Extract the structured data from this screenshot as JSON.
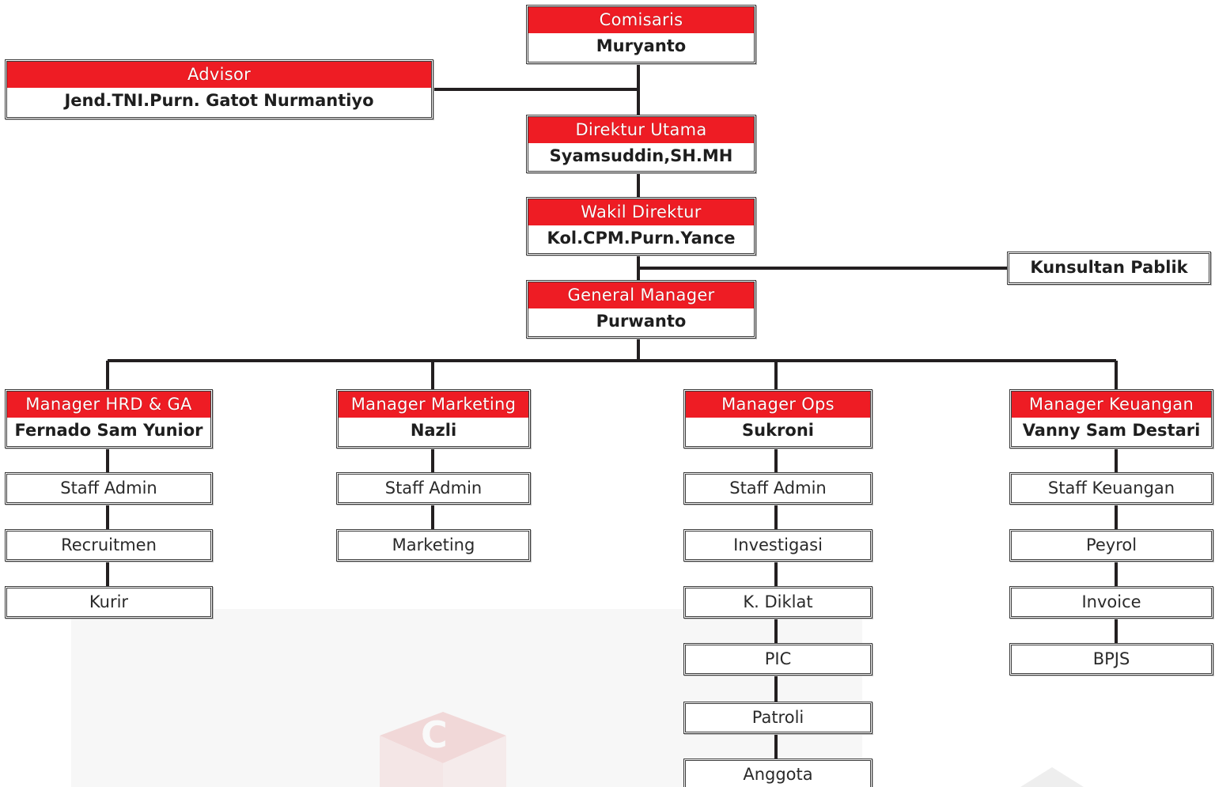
{
  "nodes": {
    "comisaris": {
      "title": "Comisaris",
      "name": "Muryanto"
    },
    "advisor": {
      "title": "Advisor",
      "name": "Jend.TNI.Purn. Gatot Nurmantiyo"
    },
    "direktur_utama": {
      "title": "Direktur Utama",
      "name": "Syamsuddin,SH.MH"
    },
    "wakil_direktur": {
      "title": "Wakil Direktur",
      "name": "Kol.CPM.Purn.Yance"
    },
    "konsultan": {
      "name": "Kunsultan Pablik"
    },
    "general_manager": {
      "title": "General Manager",
      "name": "Purwanto"
    },
    "manager_hrd": {
      "title": "Manager HRD & GA",
      "name": "Fernado Sam Yunior"
    },
    "manager_marketing": {
      "title": "Manager Marketing",
      "name": "Nazli"
    },
    "manager_ops": {
      "title": "Manager Ops",
      "name": "Sukroni"
    },
    "manager_keuangan": {
      "title": "Manager Keuangan",
      "name": "Vanny Sam Destari"
    }
  },
  "staff": {
    "hrd": [
      "Staff Admin",
      "Recruitmen",
      "Kurir"
    ],
    "marketing": [
      "Staff Admin",
      "Marketing"
    ],
    "ops": [
      "Staff Admin",
      "Investigasi",
      "K. Diklat",
      "PIC",
      "Patroli",
      "Anggota"
    ],
    "keuangan": [
      "Staff Keuangan",
      "Peyrol",
      "Invoice",
      "BPJS"
    ]
  },
  "colors": {
    "header_red": "#ee1c24",
    "line": "#231f20",
    "border": "#3a3a3a"
  }
}
